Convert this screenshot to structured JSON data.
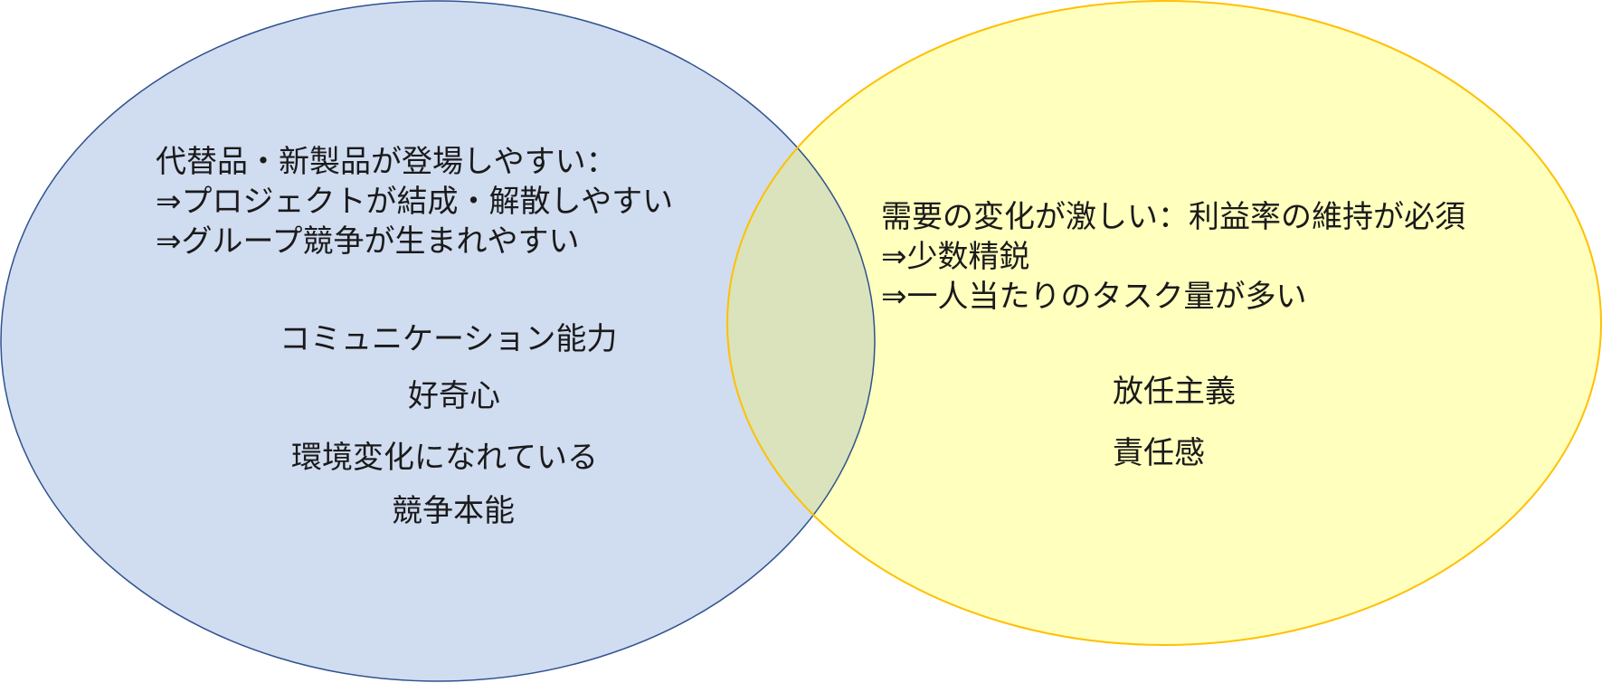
{
  "colors": {
    "left_fill": "#d0dcf0",
    "left_stroke": "#2f528f",
    "right_fill": "#ffffbe",
    "right_stroke": "#ffc000",
    "overlap_fill": "#dae3bb",
    "text": "#1a1a1a"
  },
  "left_set": {
    "heading_lines": [
      "代替品・新製品が登場しやすい：",
      "⇒プロジェクトが結成・解散しやすい",
      "⇒グループ競争が生まれやすい"
    ],
    "traits": [
      "コミュニケーション能力",
      "好奇心",
      "環境変化になれている",
      "競争本能"
    ]
  },
  "right_set": {
    "heading_lines": [
      "需要の変化が激しい：利益率の維持が必須",
      "⇒少数精鋭",
      "⇒一人当たりのタスク量が多い"
    ],
    "traits": [
      "放任主義",
      "責任感"
    ]
  }
}
